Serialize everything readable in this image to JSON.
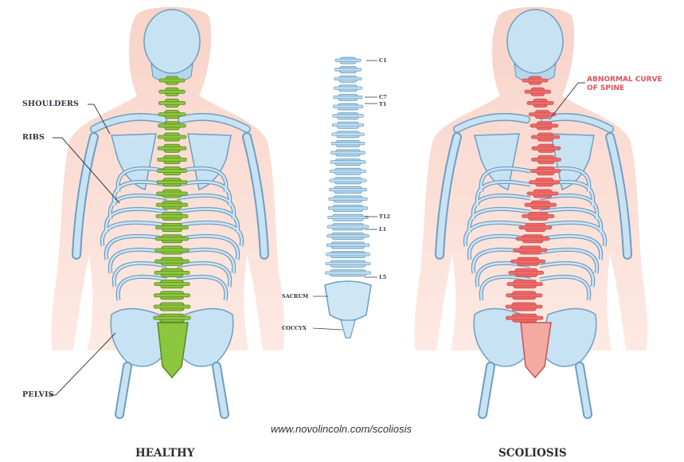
{
  "figures": {
    "healthy": {
      "caption": "HEALTHY",
      "labels": {
        "shoulders": "SHOULDERS",
        "ribs": "RIBS",
        "pelvis": "PELVIS"
      },
      "spine_color": "#8cc63f"
    },
    "scoliosis": {
      "caption": "SCOLIOSIS",
      "label_line1": "ABNORMAL CURVE",
      "label_line2": "OF SPINE",
      "spine_color": "#ef6a6a"
    }
  },
  "spine_column": {
    "labels": {
      "c1": "C1",
      "c7": "C7",
      "t1": "T1",
      "t12": "T12",
      "l1": "L1",
      "l5": "L5",
      "sacrum": "SACRUM",
      "coccyx": "COCCYX"
    },
    "color": "#bcdcef"
  },
  "colors": {
    "body": "#f6c9be",
    "bone": "#bcdcef",
    "bone_outline": "#6f9ec0"
  },
  "watermark": "www.novolincoln.com/scoliosis"
}
